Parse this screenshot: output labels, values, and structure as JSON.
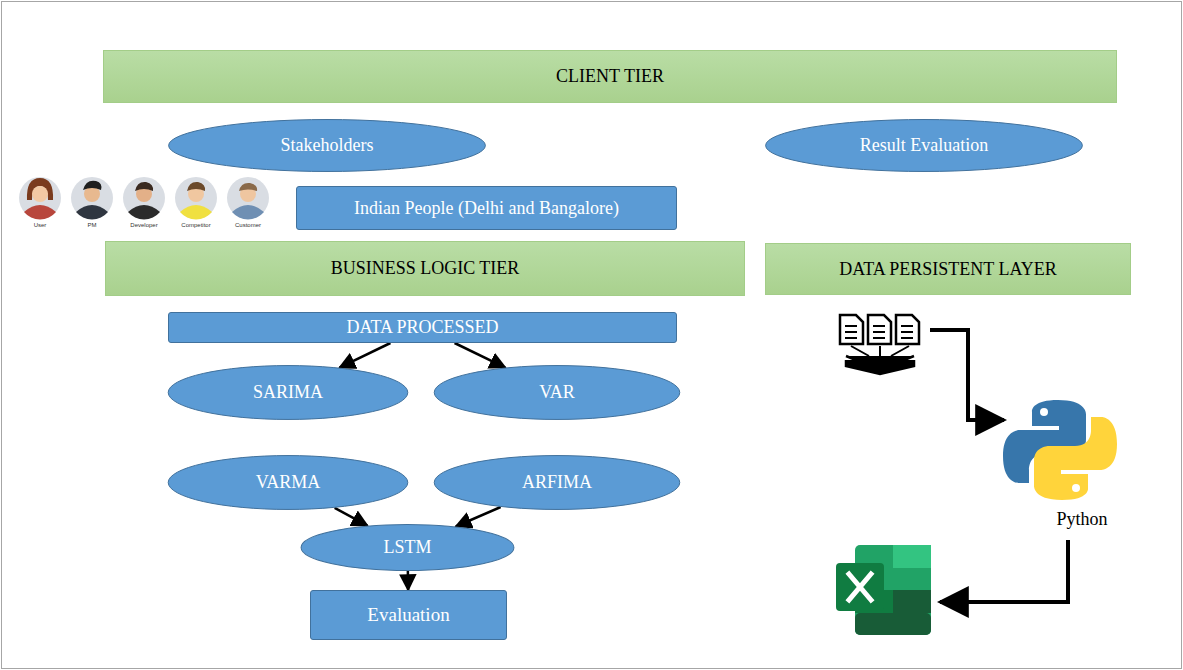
{
  "diagram": {
    "nodes": [
      {
        "text": [
          "CLIENT TIER"
        ]
      },
      {
        "text": [
          "Stakeholders"
        ]
      },
      {
        "text": [
          "Result Evaluation"
        ]
      },
      {
        "text": [
          "Indian People (Delhi and Bangalore)"
        ]
      },
      {
        "text": [
          "BUSINESS LOGIC TIER"
        ]
      },
      {
        "text": [
          "DATA PERSISTENT LAYER"
        ]
      },
      {
        "text": [
          "DATA PROCESSED"
        ]
      },
      {
        "text": [
          "SARIMA"
        ]
      },
      {
        "text": [
          "VAR"
        ]
      },
      {
        "text": [
          "VARMA"
        ]
      },
      {
        "text": [
          "ARFIMA"
        ]
      },
      {
        "text": [
          "LSTM"
        ]
      },
      {
        "text": [
          "Evaluation"
        ]
      }
    ],
    "edges": [
      {
        "from": 6,
        "to": 7,
        "arrow": "to"
      },
      {
        "from": 6,
        "to": 8,
        "arrow": "to"
      },
      {
        "from": 9,
        "to": 11,
        "arrow": "to"
      },
      {
        "from": 10,
        "to": 11,
        "arrow": "to"
      },
      {
        "from": 11,
        "to": 12,
        "arrow": "to"
      }
    ],
    "labels": [
      "User",
      "PM",
      "Developer",
      "Competitor",
      "Customer",
      "Python"
    ]
  }
}
